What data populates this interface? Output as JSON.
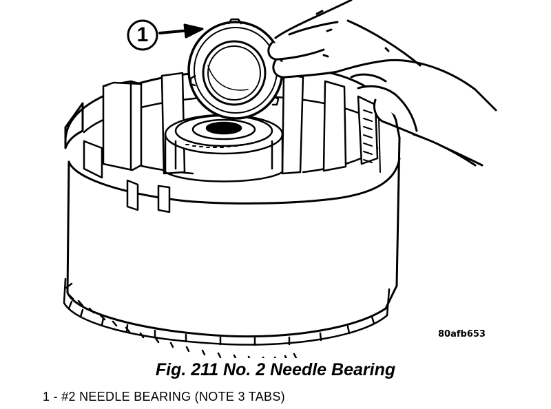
{
  "figure": {
    "callout_number": "1",
    "reference_code": "80afb653",
    "caption": "Fig. 211 No. 2 Needle Bearing",
    "legend": [
      {
        "label": "1 - #2 NEEDLE BEARING (NOTE 3 TABS)"
      }
    ]
  }
}
